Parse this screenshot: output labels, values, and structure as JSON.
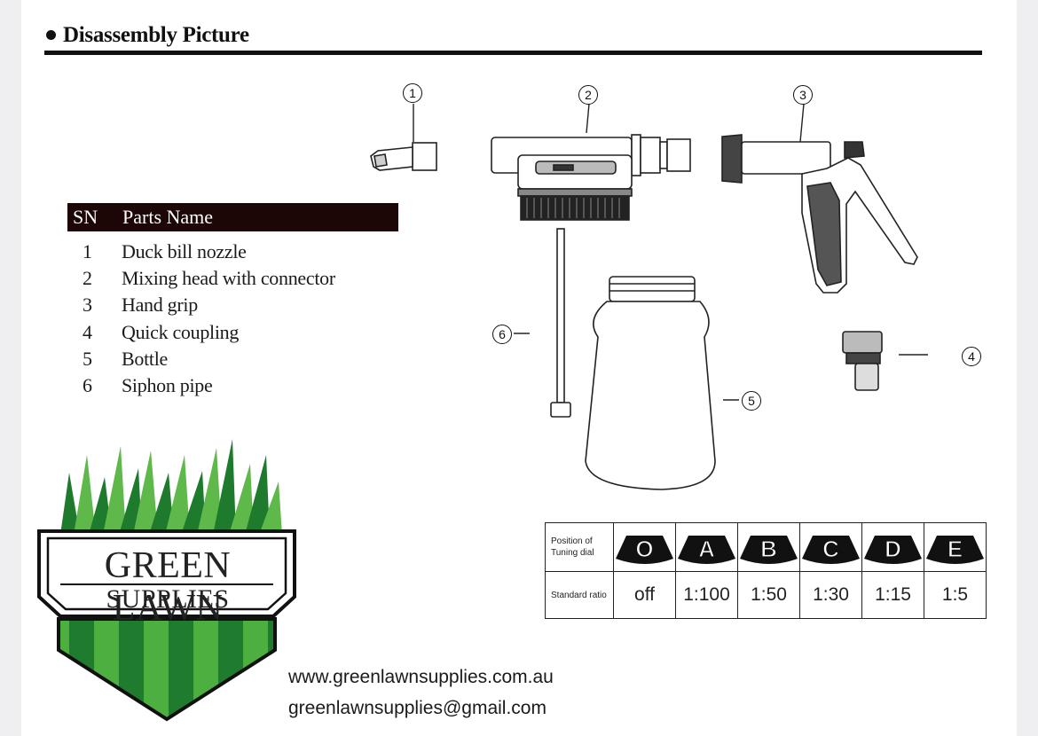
{
  "heading": "Disassembly Picture",
  "parts_table": {
    "header_sn": "SN",
    "header_name": "Parts Name",
    "rows": [
      {
        "sn": "1",
        "name": "Duck bill nozzle"
      },
      {
        "sn": "2",
        "name": "Mixing head with connector"
      },
      {
        "sn": "3",
        "name": "Hand grip"
      },
      {
        "sn": "4",
        "name": "Quick coupling"
      },
      {
        "sn": "5",
        "name": "Bottle"
      },
      {
        "sn": "6",
        "name": "Siphon pipe"
      }
    ]
  },
  "callouts": [
    "1",
    "2",
    "3",
    "4",
    "5",
    "6"
  ],
  "ratio_table": {
    "row1_label": "Position of Tuning dial",
    "row2_label": "Standard ratio",
    "positions": [
      "O",
      "A",
      "B",
      "C",
      "D",
      "E"
    ],
    "ratios": [
      "off",
      "1:100",
      "1:50",
      "1:30",
      "1:15",
      "1:5"
    ]
  },
  "logo": {
    "line1": "GREEN LAWN",
    "line2": "SUPPLIES",
    "colors": {
      "grass_light": "#5fb84a",
      "grass_dark": "#1e7a2c",
      "stripe_light": "#4caf3f",
      "stripe_dark": "#1f7b2d"
    }
  },
  "contact": {
    "website": "www.greenlawnsupplies.com.au",
    "email": "greenlawnsupplies@gmail.com"
  }
}
